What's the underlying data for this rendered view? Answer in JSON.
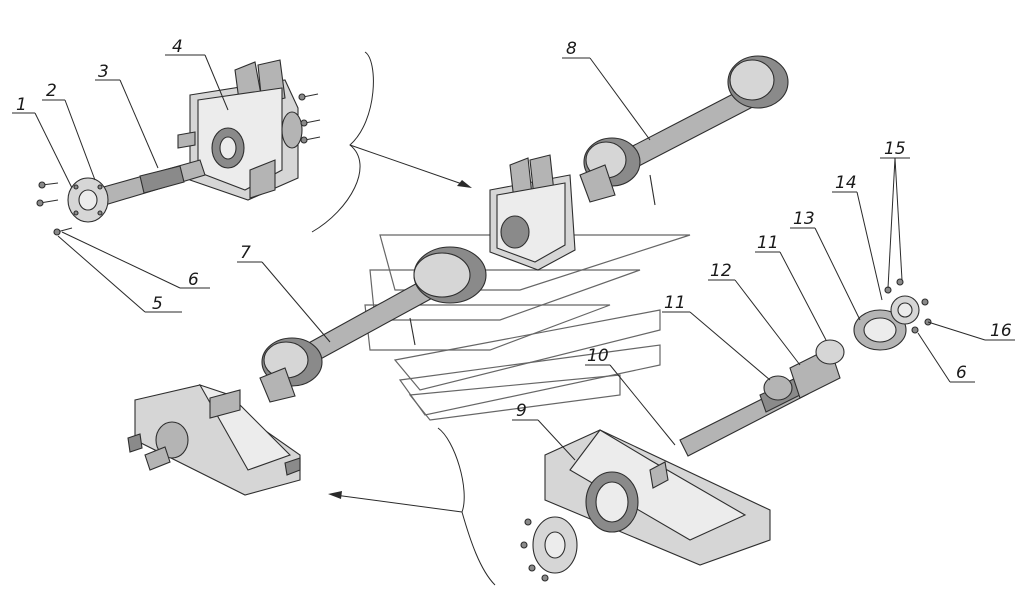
{
  "labels": [
    "1",
    "2",
    "3",
    "4",
    "5",
    "6",
    "7",
    "8",
    "9",
    "10",
    "11",
    "12",
    "13",
    "14",
    "15",
    "16"
  ],
  "secondary_labels": {
    "label_11b": "11",
    "label_6b": "6"
  }
}
